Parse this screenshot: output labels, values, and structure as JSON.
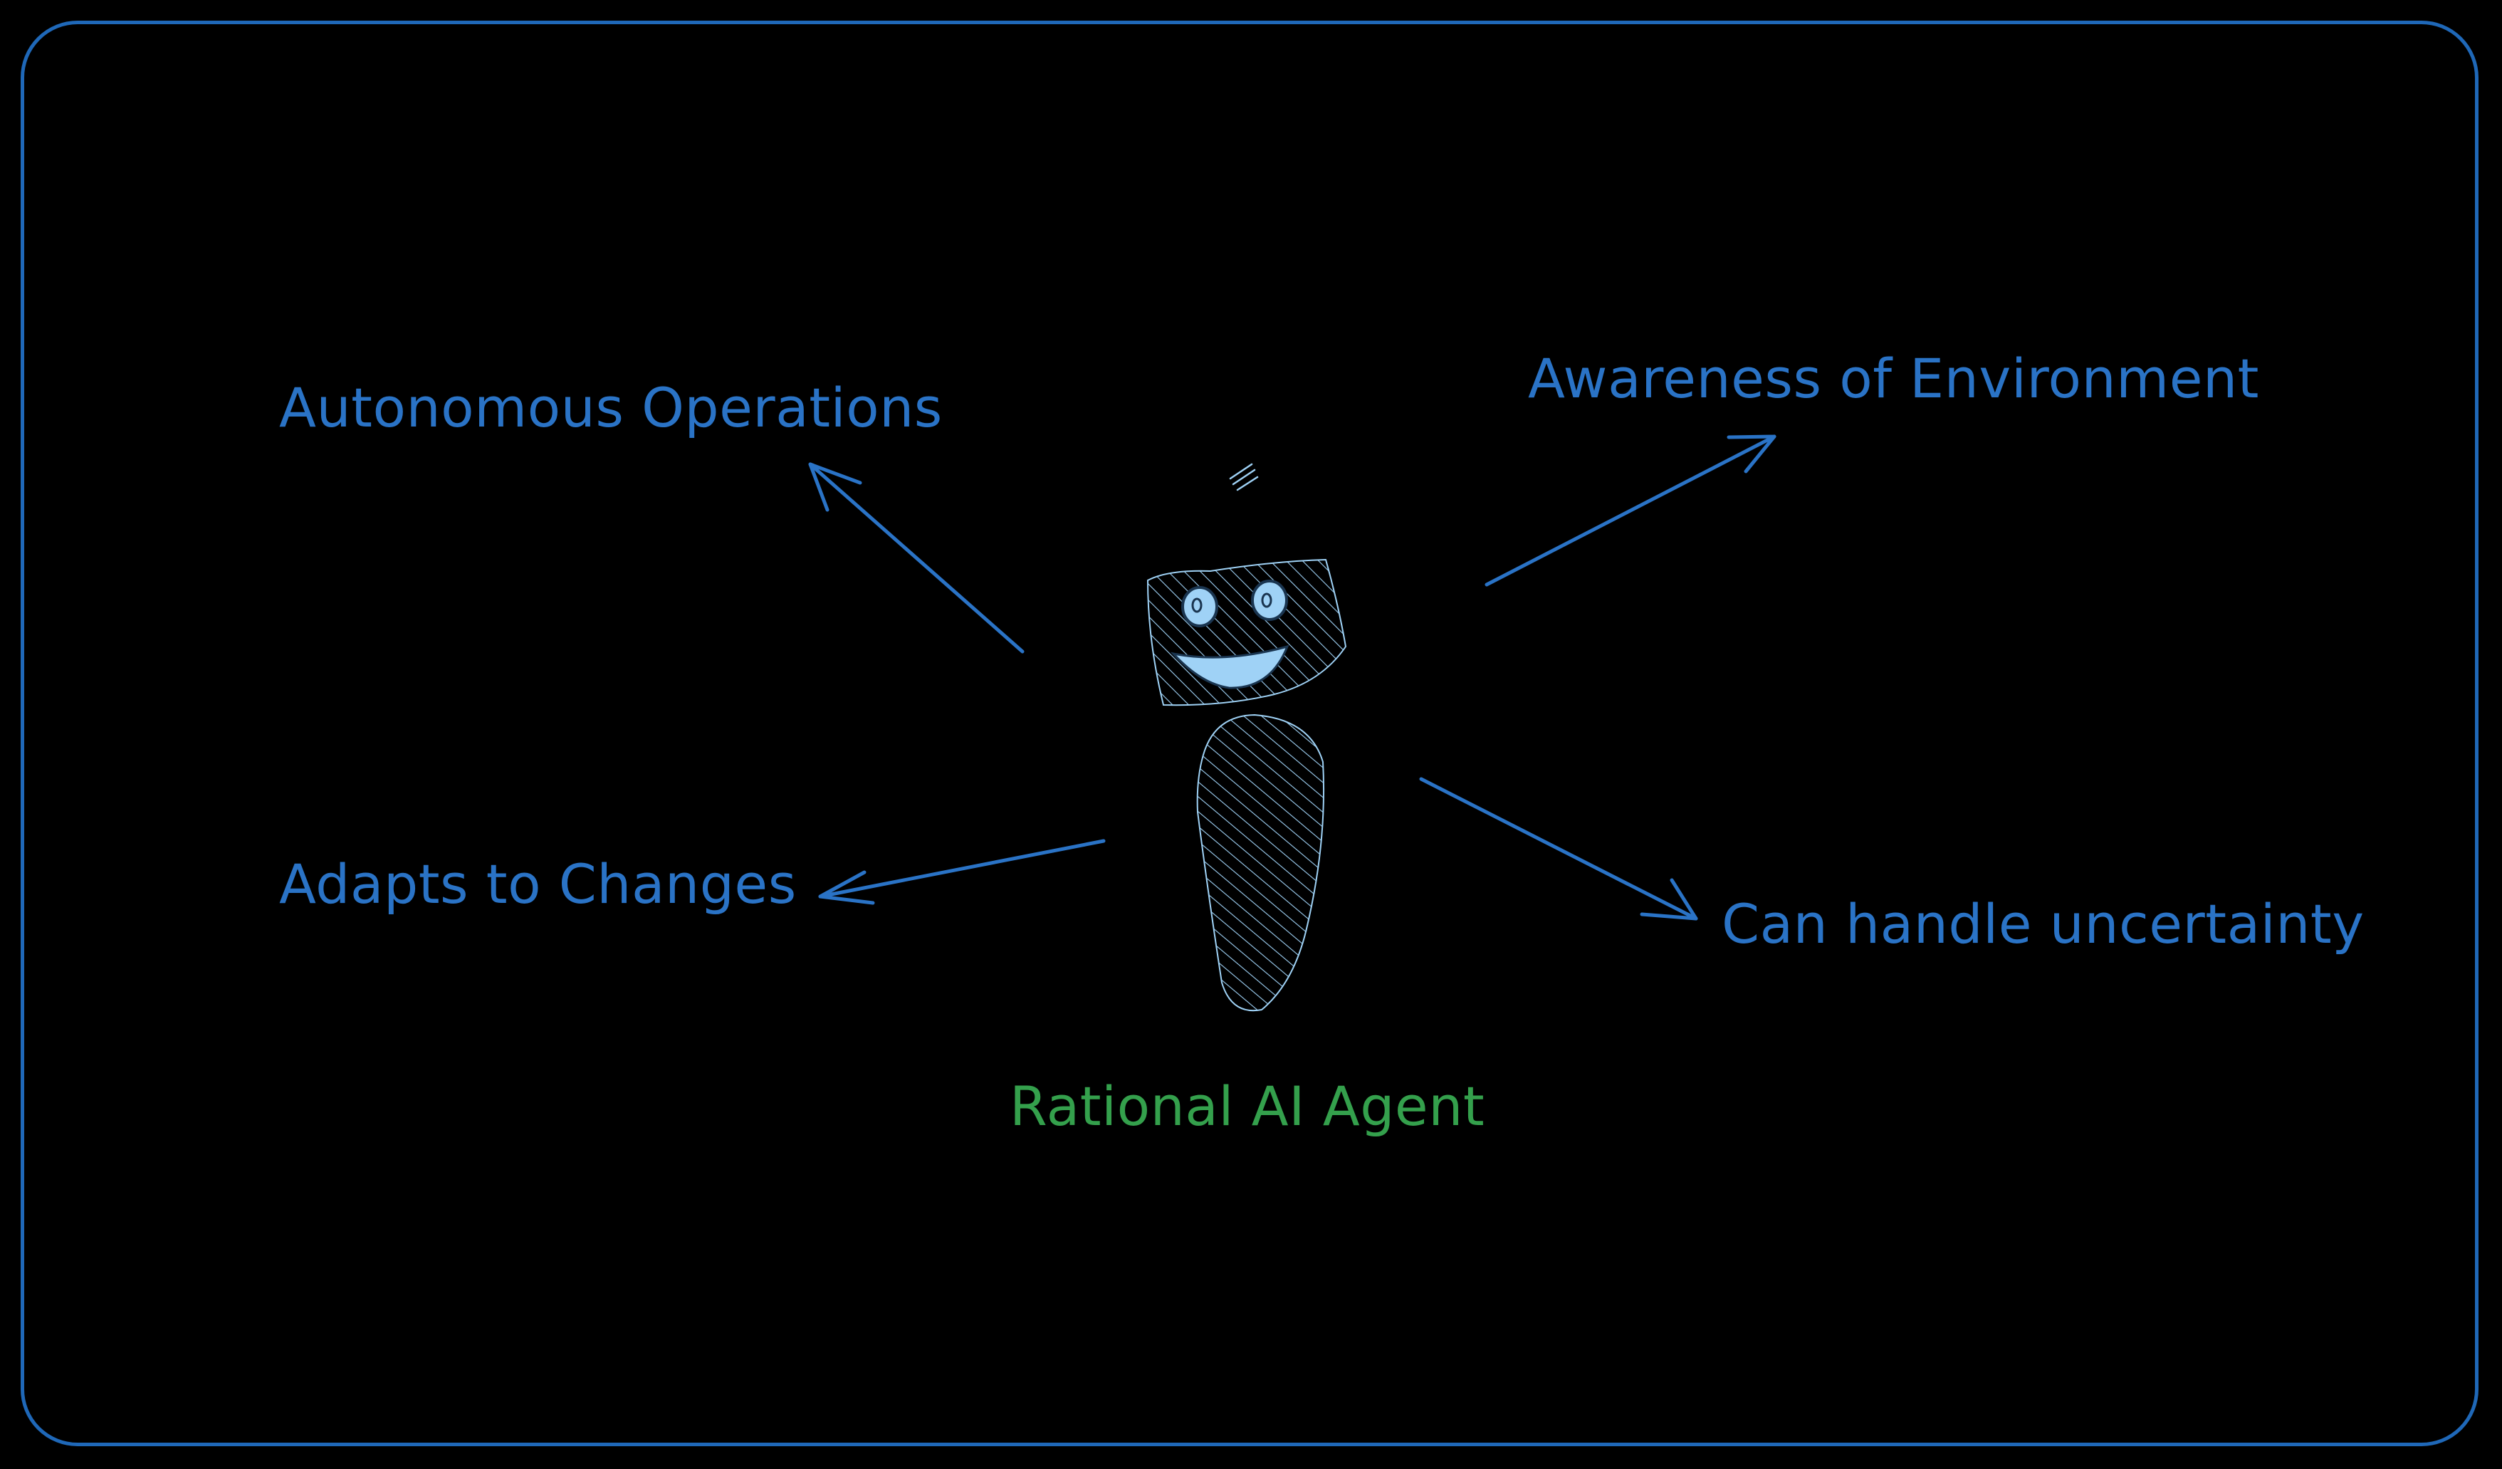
{
  "colors": {
    "frame": "#1f68b8",
    "arrow": "#2a73c6",
    "feature_text": "#2a73c6",
    "agent_text": "#34a04c",
    "robot_fill": "#9fd2f6"
  },
  "diagram": {
    "center_label": "Rational AI Agent",
    "features": [
      {
        "label": "Autonomous Operations"
      },
      {
        "label": "Awareness of Environment"
      },
      {
        "label": "Adapts to Changes"
      },
      {
        "label": "Can handle uncertainty"
      }
    ]
  }
}
